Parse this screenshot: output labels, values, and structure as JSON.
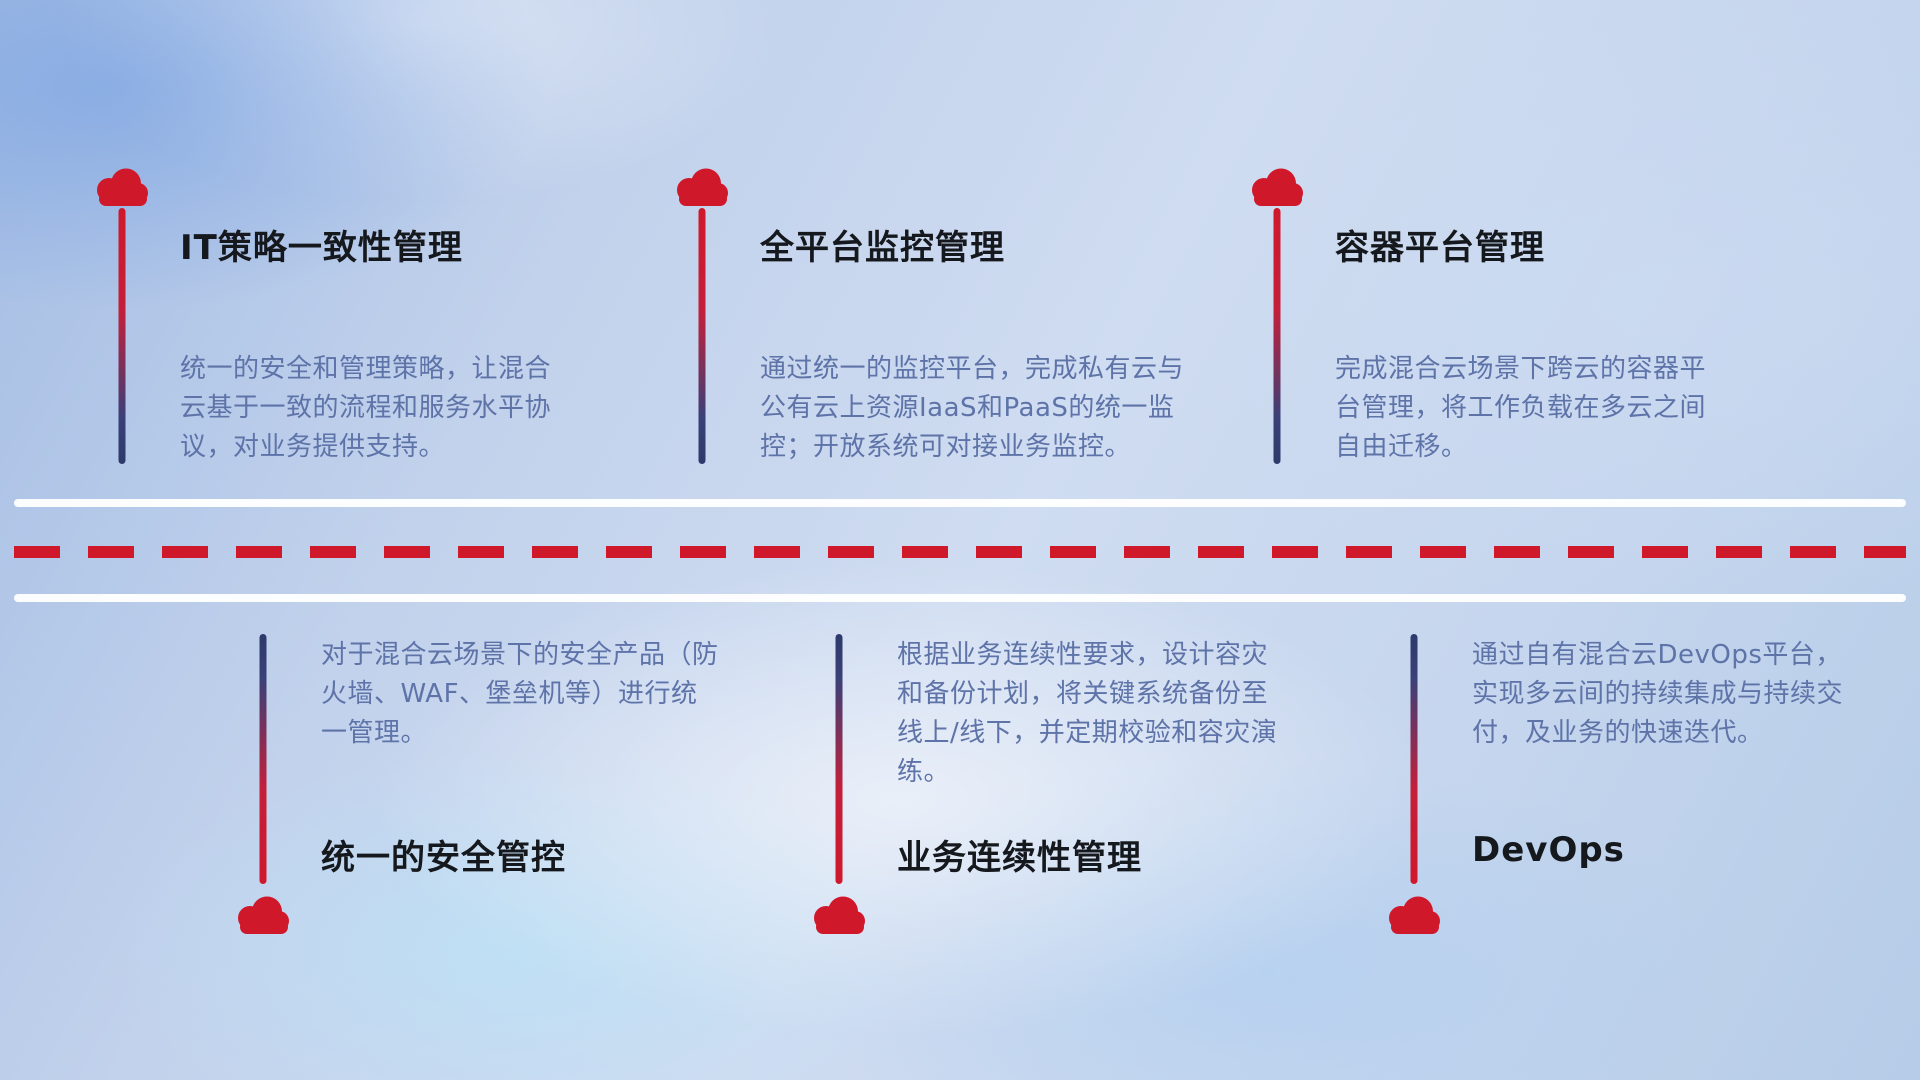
{
  "items_top": [
    {
      "title": "IT策略一致性管理",
      "description": "统一的安全和管理策略，让混合云基于一致的流程和服务水平协议，对业务提供支持。"
    },
    {
      "title": "全平台监控管理",
      "description": "通过统一的监控平台，完成私有云与公有云上资源IaaS和PaaS的统一监控；开放系统可对接业务监控。"
    },
    {
      "title": "容器平台管理",
      "description": "完成混合云场景下跨云的容器平台管理，将工作负载在多云之间自由迁移。"
    }
  ],
  "items_bottom": [
    {
      "title": "统一的安全管控",
      "description": "对于混合云场景下的安全产品（防火墙、WAF、堡垒机等）进行统一管理。"
    },
    {
      "title": "业务连续性管理",
      "description": "根据业务连续性要求，设计容灾和备份计划，将关键系统备份至线上/线下，并定期校验和容灾演练。"
    },
    {
      "title": "DevOps",
      "description": "通过自有混合云DevOps平台，实现多云间的持续集成与持续交付，及业务的快速迭代。"
    }
  ],
  "icons": {
    "cloud": "cloud-icon"
  },
  "colors": {
    "accent_red": "#d0182b",
    "line_blue": "#2e3a6b",
    "title_text": "#15181d",
    "description_text": "#5e73a8",
    "road_white": "#ffffff"
  }
}
